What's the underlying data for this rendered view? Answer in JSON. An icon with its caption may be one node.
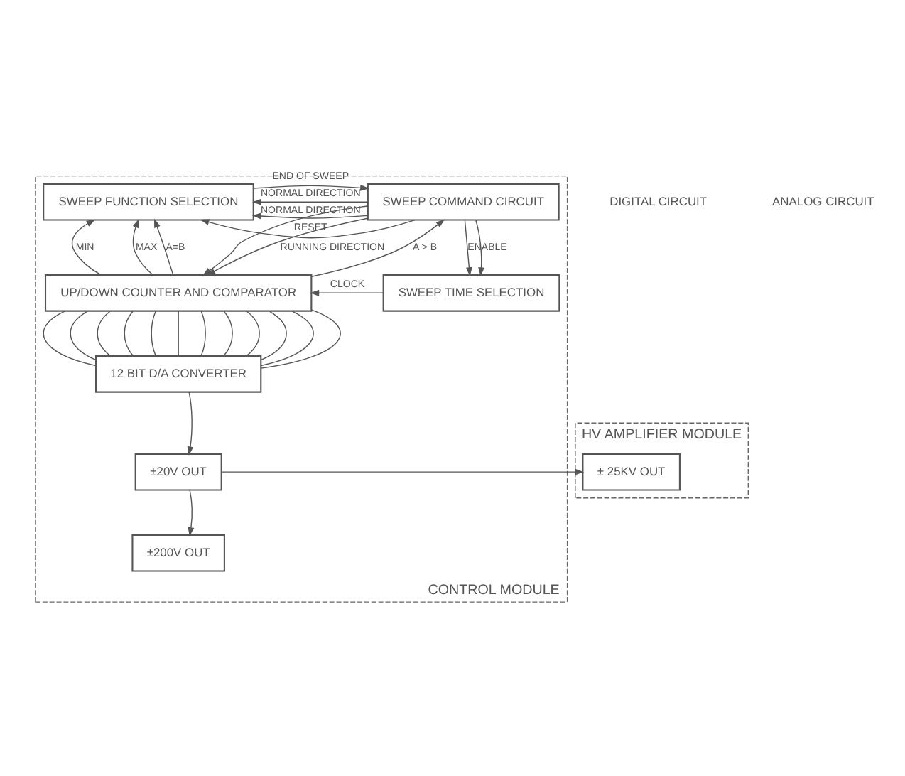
{
  "diagram": {
    "nodes": [
      {
        "text": [
          "CONTROL MODULE"
        ]
      },
      {
        "text": [
          "HV AMPLIFIER MODULE"
        ]
      },
      {
        "text": [
          "SWEEP COMMAND CIRCUIT"
        ],
        "in": 0
      },
      {
        "text": [
          "SWEEP FUNCTION SELECTION"
        ],
        "in": 0
      },
      {
        "text": [
          "SWEEP TIME SELECTION"
        ],
        "in": 0
      },
      {
        "text": [
          "UP/DOWN COUNTER AND COMPARATOR"
        ],
        "in": 0
      },
      {
        "text": [
          "12 BIT D/A CONVERTER"
        ],
        "in": 0
      },
      {
        "text": [
          "±20V OUT"
        ],
        "in": 0
      },
      {
        "text": [
          "±200V OUT"
        ],
        "in": 0
      },
      {
        "text": [
          "± 25KV OUT"
        ],
        "in": 1
      }
    ],
    "edges": [
      {
        "from": 2,
        "to": 3,
        "arrow": "to",
        "label": "RESET"
      },
      {
        "from": 2,
        "to": 4,
        "arrow": "to"
      },
      {
        "from": 2,
        "to": 5,
        "arrow": "to"
      },
      {
        "from": 3,
        "to": 2,
        "arrow": "to",
        "label": "END OF SWEEP"
      },
      {
        "from": 2,
        "to": 3,
        "arrow": "to",
        "label": "NORMAL DIRECTION"
      },
      {
        "from": 2,
        "to": 3,
        "arrow": "to",
        "label": "NORMAL DIRECTION"
      },
      {
        "from": 2,
        "to": 4,
        "arrow": "to",
        "label": "ENABLE"
      },
      {
        "from": 2,
        "to": 5,
        "arrow": "to",
        "label": "RUNNING DIRECTION"
      },
      {
        "from": 5,
        "to": 2,
        "arrow": "to",
        "label": "A > B"
      },
      {
        "from": 5,
        "to": 3,
        "arrow": "to",
        "label": "MIN"
      },
      {
        "from": 5,
        "to": 3,
        "arrow": "to",
        "label": "MAX"
      },
      {
        "from": 5,
        "to": 3,
        "arrow": "to",
        "label": "A=B"
      },
      {
        "from": 4,
        "to": 5,
        "arrow": "to",
        "label": "CLOCK"
      },
      {
        "from": 5,
        "to": 6,
        "arrow": "none"
      },
      {
        "from": 5,
        "to": 6,
        "arrow": "none"
      },
      {
        "from": 5,
        "to": 6,
        "arrow": "none"
      },
      {
        "from": 5,
        "to": 6,
        "arrow": "none"
      },
      {
        "from": 5,
        "to": 6,
        "arrow": "none"
      },
      {
        "from": 5,
        "to": 6,
        "arrow": "none"
      },
      {
        "from": 5,
        "to": 6,
        "arrow": "none"
      },
      {
        "from": 5,
        "to": 6,
        "arrow": "none"
      },
      {
        "from": 5,
        "to": 6,
        "arrow": "none"
      },
      {
        "from": 5,
        "to": 6,
        "arrow": "none"
      },
      {
        "from": 5,
        "to": 6,
        "arrow": "none"
      },
      {
        "from": 5,
        "to": 6,
        "arrow": "none"
      },
      {
        "from": 6,
        "to": 7,
        "arrow": "to"
      },
      {
        "from": 7,
        "to": 8,
        "arrow": "to"
      },
      {
        "from": 7,
        "to": 9,
        "arrow": "to"
      }
    ],
    "labels": [
      "DIGITAL CIRCUIT",
      "ANALOG CIRCUIT"
    ]
  }
}
